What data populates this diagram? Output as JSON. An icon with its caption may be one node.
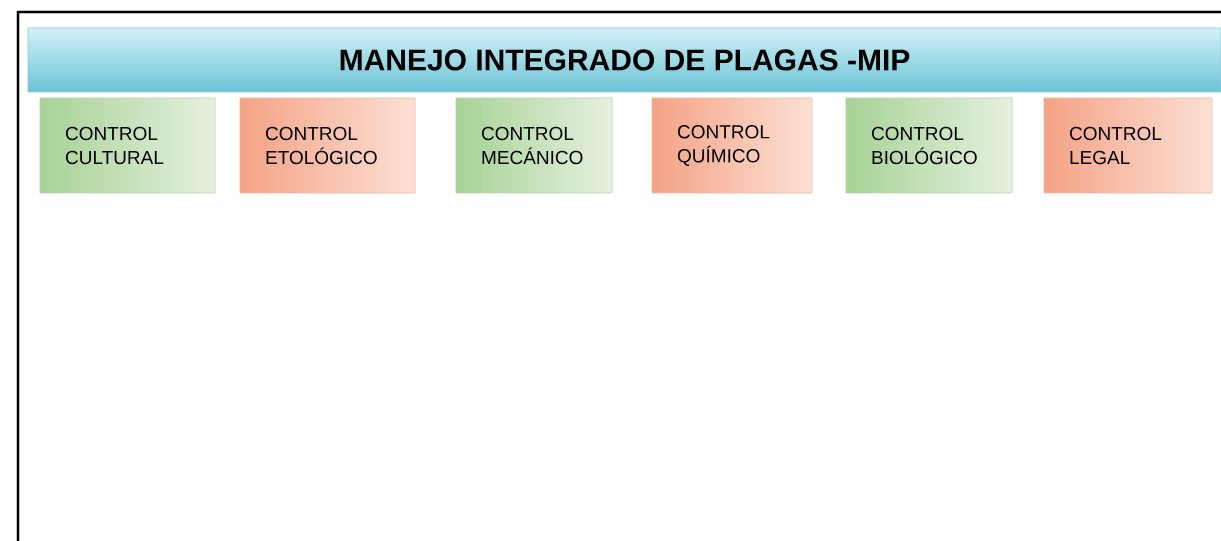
{
  "diagram": {
    "nodes": [
      {
        "text": [
          "MANEJO INTEGRADO DE PLAGAS -MIP"
        ]
      },
      {
        "text": [
          "CONTROL CULTURAL"
        ]
      },
      {
        "text": [
          "CONTROL ETOLÓGICO"
        ]
      },
      {
        "text": [
          "CONTROL MECÁNICO"
        ]
      },
      {
        "text": [
          "CONTROL QUÍMICO"
        ]
      },
      {
        "text": [
          "CONTROL BIOLÓGICO"
        ]
      },
      {
        "text": [
          "CONTROL LEGAL"
        ]
      }
    ]
  }
}
